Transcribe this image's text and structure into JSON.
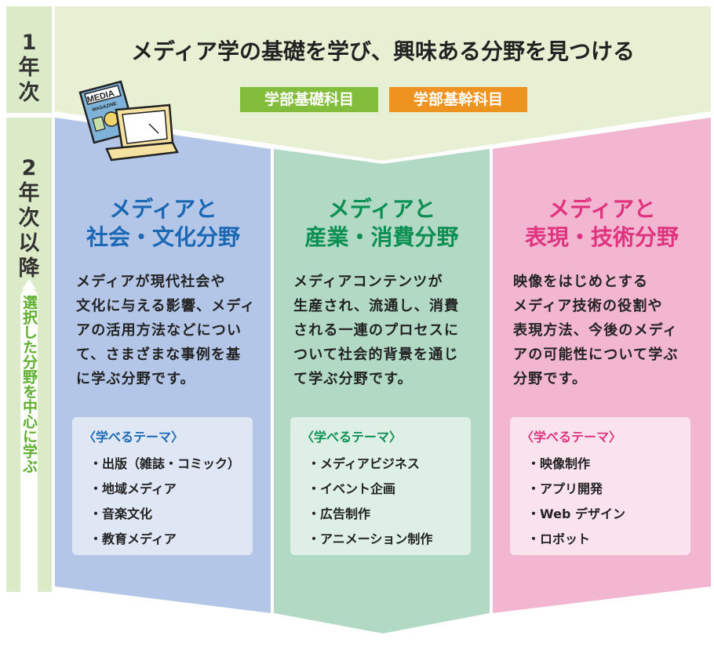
{
  "years": {
    "first_digit": "1",
    "first_rest": [
      "年",
      "次"
    ],
    "second_digit": "2",
    "second_rest": [
      "年",
      "次",
      "以",
      "降"
    ],
    "select_text": "選択した分野を中心に学ぶ"
  },
  "banner": {
    "title": "メディア学の基礎を学び、興味ある分野を見つける",
    "badge_basic": "学部基礎科目",
    "badge_core": "学部基幹科目",
    "magazine_text": "MEDIA",
    "magazine_sub": "MAGAZINE"
  },
  "colors": {
    "banner_bg": "#e8f0d3",
    "year_bg": "#dcebc7",
    "badge_green": "#82bd3c",
    "badge_orange": "#ef9320",
    "col1_bg": "#b3c6e7",
    "col1_title": "#1a68b4",
    "col1_box": "#dfe6f4",
    "col2_bg": "#b1d9c4",
    "col2_title": "#0c8f52",
    "col2_box": "#def0e6",
    "col3_bg": "#f2b6d0",
    "col3_title": "#e0337f",
    "col3_box": "#fbe3ee"
  },
  "columns": [
    {
      "title_line1": "メディアと",
      "title_line2": "社会・文化分野",
      "desc": [
        "メディアが現代社会や",
        "文化に与える影響、メディ",
        "アの活用方法などについ",
        "て、さまざまな事例を基",
        "に学ぶ分野です。"
      ],
      "theme_head": "〈学べるテーマ〉",
      "themes": [
        "出版（雑誌・コミック）",
        "地域メディア",
        "音楽文化",
        "教育メディア"
      ]
    },
    {
      "title_line1": "メディアと",
      "title_line2": "産業・消費分野",
      "desc": [
        "メディアコンテンツが",
        "生産され、流通し、消費",
        "される一連のプロセスに",
        "ついて社会的背景を通じ",
        "て学ぶ分野です。"
      ],
      "theme_head": "〈学べるテーマ〉",
      "themes": [
        "メディアビジネス",
        "イベント企画",
        "広告制作",
        "アニメーション制作"
      ]
    },
    {
      "title_line1": "メディアと",
      "title_line2": "表現・技術分野",
      "desc": [
        "映像をはじめとする",
        "メディア技術の役割や",
        "表現方法、今後のメディ",
        "アの可能性について学ぶ",
        "分野です。"
      ],
      "theme_head": "〈学べるテーマ〉",
      "themes": [
        "映像制作",
        "アプリ開発",
        "Web デザイン",
        "ロボット"
      ]
    }
  ]
}
